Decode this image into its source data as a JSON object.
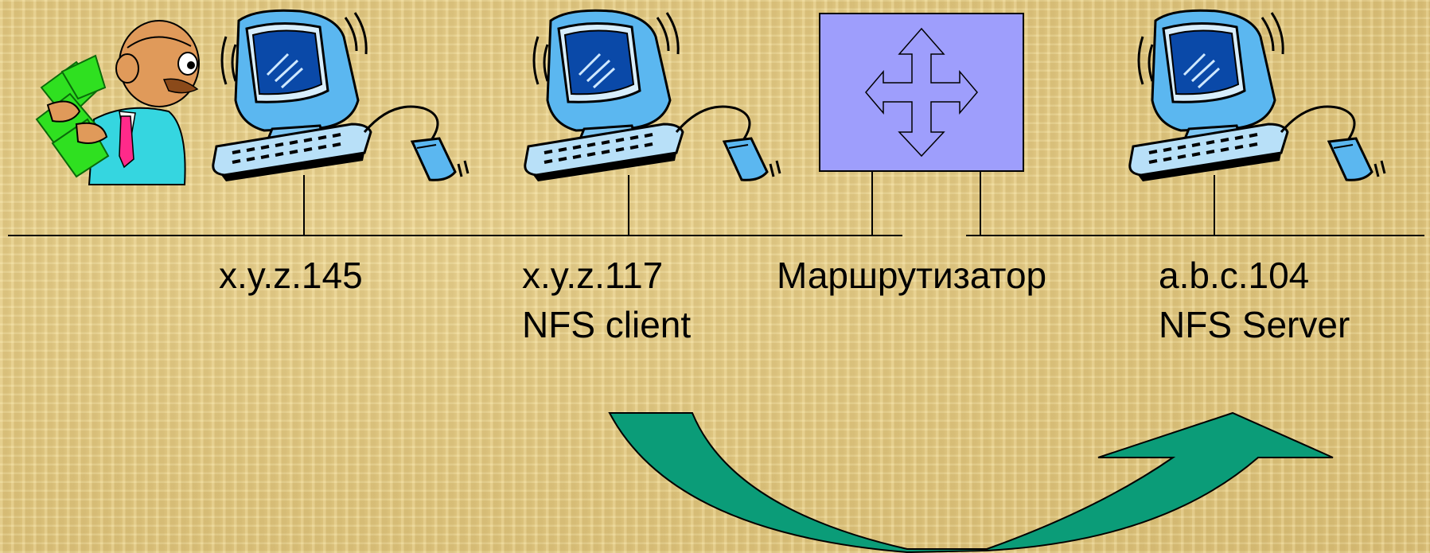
{
  "nodes": [
    {
      "id": "host-145",
      "address": "x.y.z.145",
      "role": ""
    },
    {
      "id": "host-117",
      "address": "x.y.z.117",
      "role": "NFS client"
    },
    {
      "id": "router",
      "address": "Маршрутизатор",
      "role": ""
    },
    {
      "id": "host-104",
      "address": "a.b.c.104",
      "role": "NFS Server"
    }
  ],
  "icons": {
    "person": "man-holding-money-icon",
    "computer": "desktop-computer-icon",
    "router": "four-way-arrow-icon",
    "flow": "curved-arrow-icon"
  },
  "colors": {
    "background": "#e6cf8c",
    "router_fill": "#9e9efc",
    "arrow_fill": "#0b9c78",
    "monitor_body": "#5bb7f0",
    "screen": "#0a49a8",
    "person_shirt": "#35d6e0",
    "money": "#2fe020"
  }
}
